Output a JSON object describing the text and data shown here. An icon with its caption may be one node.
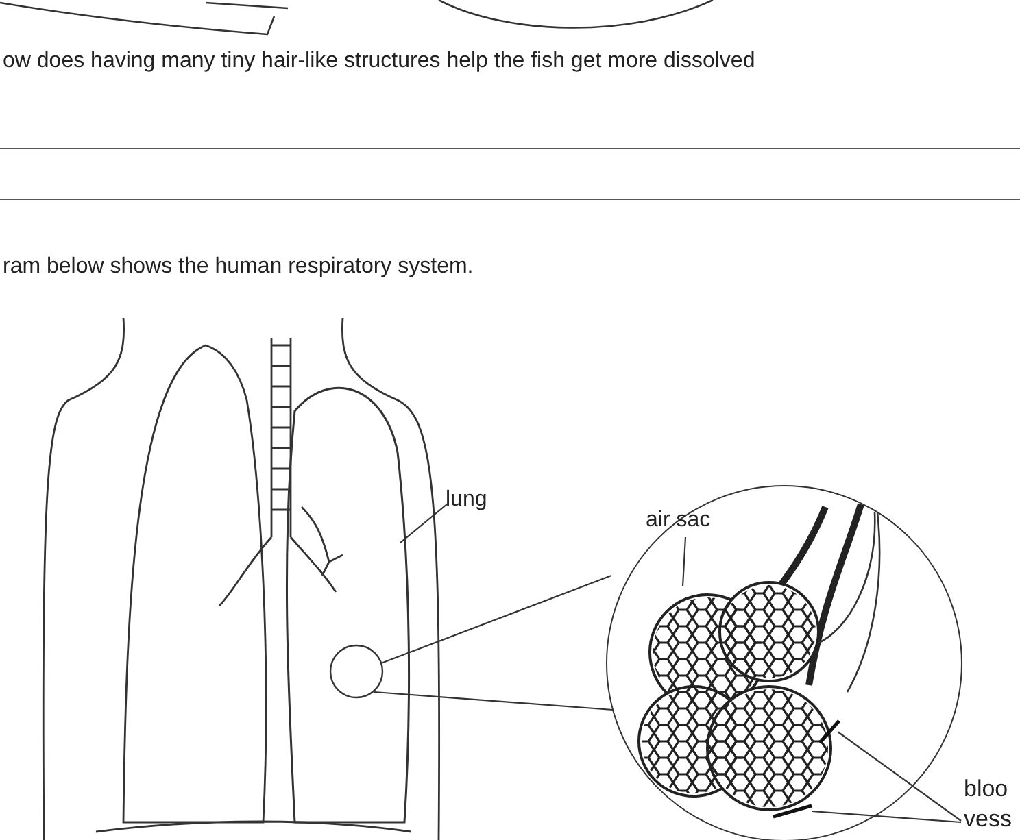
{
  "diagram": {
    "nodes": [
      {
        "text": [
          "lung"
        ]
      },
      {
        "text": [],
        "shape": "picture"
      },
      {
        "text": [],
        "shape": "circle",
        "in": 1
      },
      {
        "text": [],
        "shape": "circle"
      },
      {
        "text": [
          "air sac"
        ],
        "in": 3
      },
      {
        "text": [],
        "shape": "picture",
        "in": 3
      },
      {
        "text": [
          "bloo vess"
        ]
      },
      {
        "text": [],
        "shape": "picture",
        "in": 3
      },
      {
        "text": [],
        "shape": "picture",
        "in": 3
      }
    ],
    "edges": [
      {
        "from": 0,
        "to": 1,
        "arrow": "none"
      },
      {
        "from": 2,
        "to": 3,
        "arrow": "none"
      },
      {
        "from": 2,
        "to": 3,
        "arrow": "none"
      },
      {
        "from": 4,
        "to": 5,
        "arrow": "none"
      },
      {
        "from": 6,
        "to": 7,
        "arrow": "none"
      },
      {
        "from": 6,
        "to": 8,
        "arrow": "none"
      }
    ],
    "labels": [
      "ow does having many tiny hair-like structures help the fish get more dissolved",
      "ram below shows the human respiratory system."
    ]
  }
}
